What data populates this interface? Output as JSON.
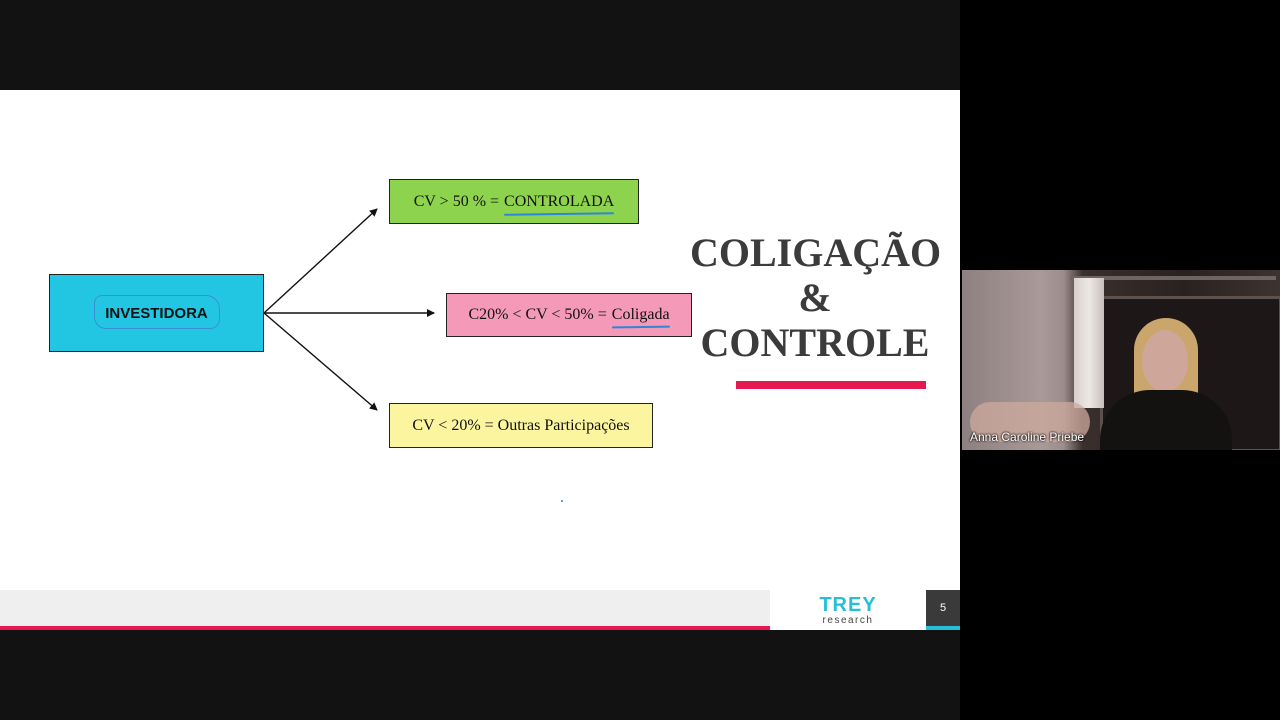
{
  "slide": {
    "boxes": {
      "investidora": "INVESTIDORA",
      "controlada": {
        "prefix": "CV > 50 % =",
        "keyword": "CONTROLADA"
      },
      "coligada": {
        "prefix": "C20% < CV < 50% =",
        "keyword": "Coligada"
      },
      "outras": "CV < 20% = Outras Participações"
    },
    "title": {
      "line1": "COLIGAÇÃO",
      "line2": "&",
      "line3": "CONTROLE"
    },
    "colors": {
      "title_accent": "#e5184f",
      "investidora_fill": "#22c6e2",
      "controlada_fill": "#8ed34e",
      "coligada_fill": "#f49ab8",
      "outras_fill": "#fbf5a0",
      "annotation_ink": "#2d86d8"
    }
  },
  "footer": {
    "logo_main": "TREY",
    "logo_sub": "research",
    "page_number": "5",
    "brand_color": "#27bfd8"
  },
  "participant": {
    "name": "Anna Caroline Priebe"
  }
}
